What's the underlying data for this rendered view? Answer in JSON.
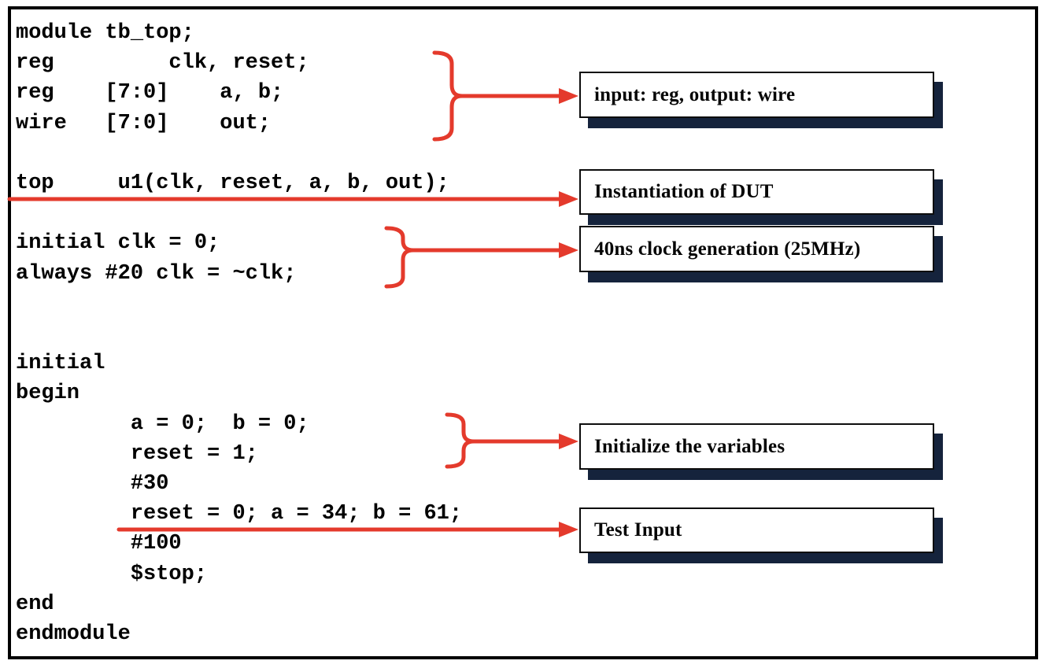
{
  "colors": {
    "accent_red": "#e43a2c",
    "shadow_navy": "#15233c",
    "frame_black": "#000000"
  },
  "code": {
    "text": "module tb_top;\nreg         clk, reset;\nreg    [7:0]    a, b;\nwire   [7:0]    out;\n\ntop     u1(clk, reset, a, b, out);\n\ninitial clk = 0;\nalways #20 clk = ~clk;\n\n\ninitial\nbegin\n         a = 0;  b = 0;\n         reset = 1;\n         #30\n         reset = 0; a = 34; b = 61;\n         #100\n         $stop;\nend\nendmodule"
  },
  "annotations": [
    {
      "label": "input: reg, output: wire"
    },
    {
      "label": "Instantiation of DUT"
    },
    {
      "label": "40ns clock generation (25MHz)"
    },
    {
      "label": "Initialize the variables"
    },
    {
      "label": "Test Input"
    }
  ]
}
